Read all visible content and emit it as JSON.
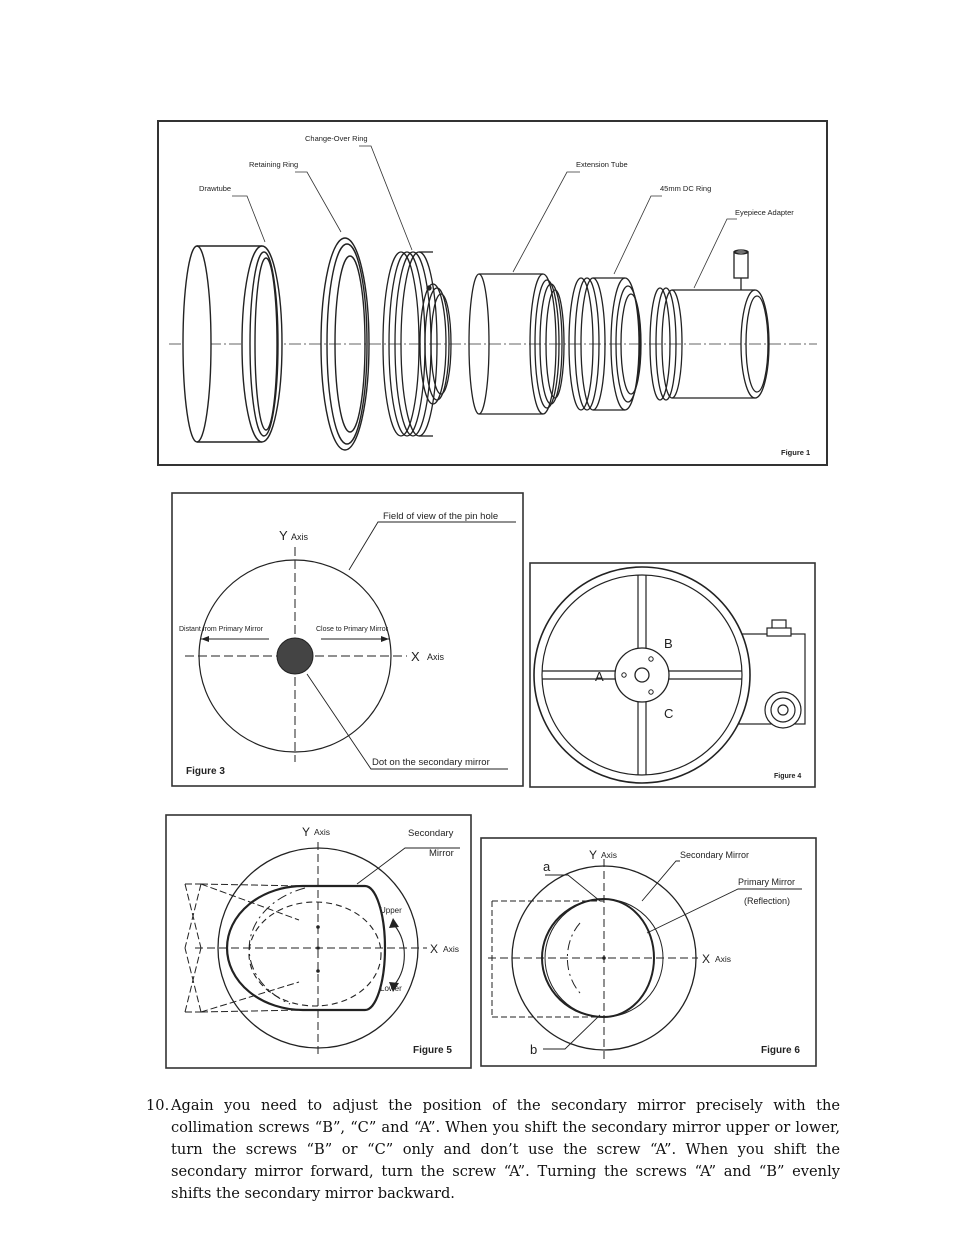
{
  "figure1": {
    "caption": "Figure 1",
    "labels": {
      "drawtube": "Drawtube",
      "retaining_ring": "Retaining Ring",
      "change_over_ring": "Change-Over Ring",
      "extension_tube": "Extension Tube",
      "dc_ring": "45mm DC Ring",
      "eyepiece_adapter": "Eyepiece Adapter"
    }
  },
  "figure3": {
    "caption": "Figure 3",
    "field_of_view": "Field of view of the pin hole",
    "y_axis": "Y",
    "y_axis_word": "Axis",
    "x_axis": "X",
    "x_axis_word": "Axis",
    "distant": "Distant from Primary Mirror",
    "close": "Close to Primary Mirror",
    "dot": "Dot on the secondary mirror"
  },
  "figure4": {
    "caption": "Figure 4",
    "screw_a": "A",
    "screw_b": "B",
    "screw_c": "C"
  },
  "figure5": {
    "caption": "Figure 5",
    "y_axis": "Y",
    "y_axis_word": "Axis",
    "x_axis": "X",
    "x_axis_word": "Axis",
    "secondary_line1": "Secondary",
    "secondary_line2": "Mirror",
    "upper": "Upper",
    "lower": "Lower"
  },
  "figure6": {
    "caption": "Figure 6",
    "y_axis": "Y",
    "y_axis_word": "Axis",
    "x_axis": "X",
    "x_axis_word": "Axis",
    "secondary": "Secondary Mirror",
    "primary_line1": "Primary Mirror",
    "primary_line2": "(Reflection)",
    "a": "a",
    "b": "b"
  },
  "step10": {
    "number": "10.",
    "text": "Again you need to adjust the position of the secondary mirror precisely with the collimation screws “B”, “C” and “A”. When you shift the secondary mirror upper or lower, turn the screws “B” or “C” only and don’t use the screw “A”. When you shift the secondary mirror forward, turn the screw “A”. Turning the screws “A” and “B” evenly shifts the secondary mirror backward."
  }
}
